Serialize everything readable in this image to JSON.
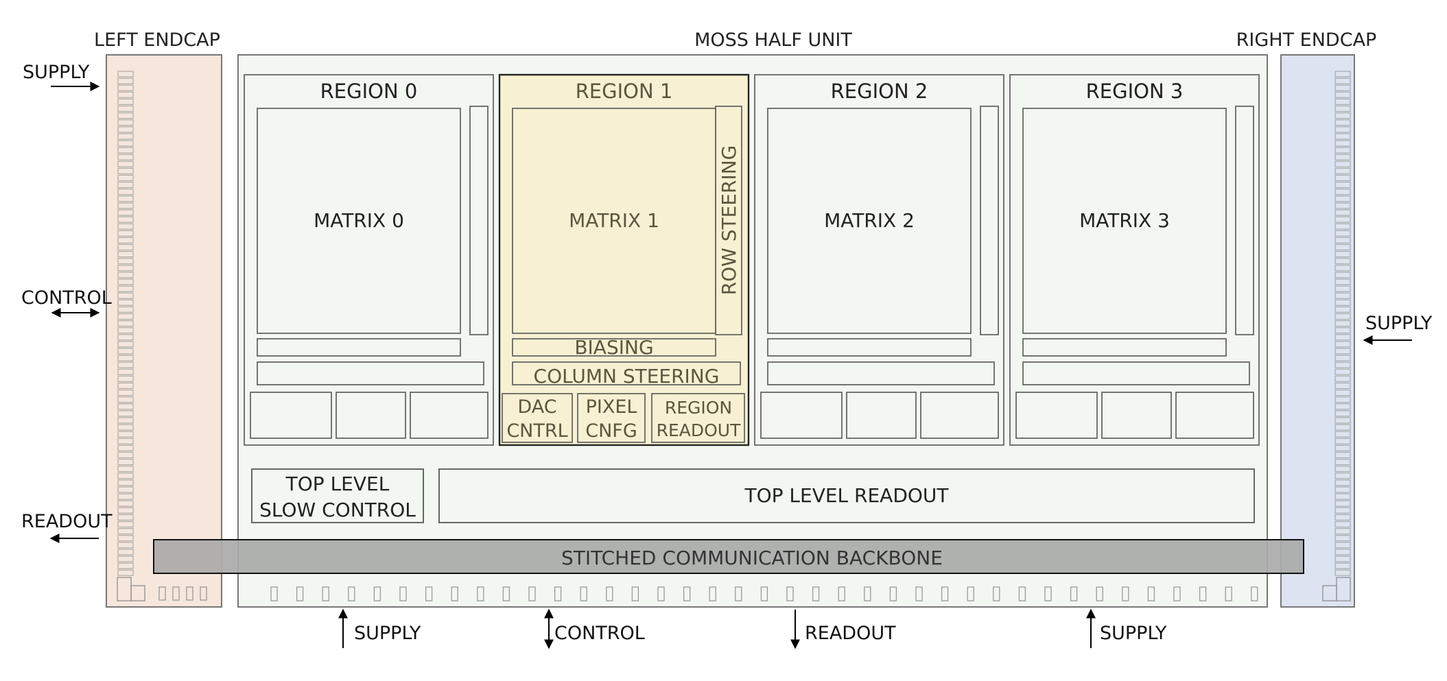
{
  "labels": {
    "left_endcap": "LEFT ENDCAP",
    "half_unit": "MOSS HALF UNIT",
    "right_endcap": "RIGHT ENDCAP",
    "supply_left": "SUPPLY",
    "control_left": "CONTROL",
    "readout_left": "READOUT",
    "supply_right": "SUPPLY",
    "bottom_supply_1": "SUPPLY",
    "bottom_control": "CONTROL",
    "bottom_readout": "READOUT",
    "bottom_supply_2": "SUPPLY",
    "top_level_slow_control_1": "TOP LEVEL",
    "top_level_slow_control_2": "SLOW CONTROL",
    "top_level_readout": "TOP LEVEL READOUT",
    "backbone": "STITCHED COMMUNICATION BACKBONE"
  },
  "regions": [
    {
      "title": "REGION 0",
      "matrix": "MATRIX 0",
      "highlighted": false
    },
    {
      "title": "REGION 1",
      "matrix": "MATRIX 1",
      "highlighted": true
    },
    {
      "title": "REGION 2",
      "matrix": "MATRIX 2",
      "highlighted": false
    },
    {
      "title": "REGION 3",
      "matrix": "MATRIX 3",
      "highlighted": false
    }
  ],
  "region1_blocks": {
    "row_steering": "ROW STEERING",
    "biasing": "BIASING",
    "column_steering": "COLUMN STEERING",
    "dac_1": "DAC",
    "dac_2": "CNTRL",
    "pixel_1": "PIXEL",
    "pixel_2": "CNFG",
    "region_readout_1": "REGION",
    "region_readout_2": "READOUT"
  },
  "colors": {
    "left_endcap_fill": "#f7e6dc",
    "right_endcap_fill": "#dde3f0",
    "half_unit_fill": "#f2f7f1",
    "region_highlight_fill": "#f7f0d2",
    "backbone_fill": "#a9aaa9",
    "stroke": "#5a5a5a",
    "text": "#222222"
  }
}
